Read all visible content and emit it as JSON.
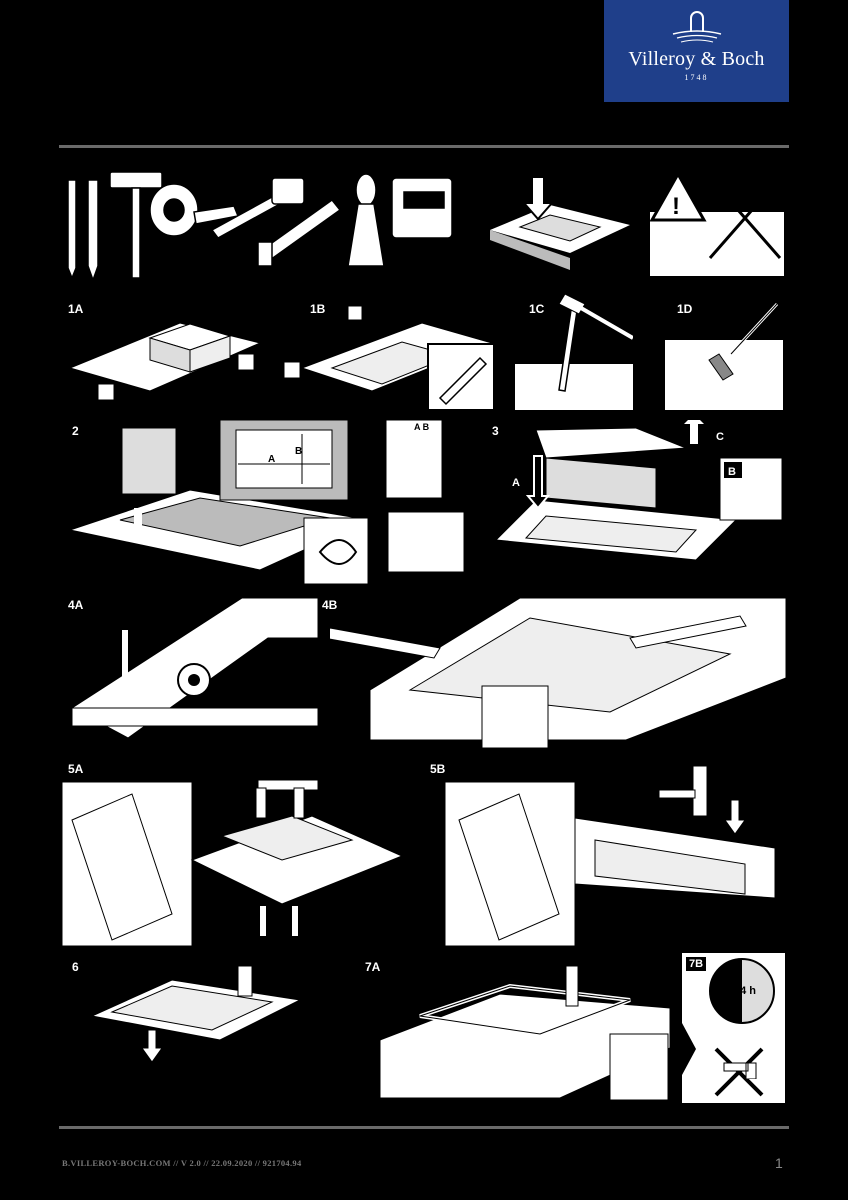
{
  "brand": {
    "name": "Villeroy & Boch",
    "year": "1748"
  },
  "steps": {
    "s1a": "1A",
    "s1b": "1B",
    "s1c": "1C",
    "s1d": "1D",
    "s2": "2",
    "s3": "3",
    "s4a": "4A",
    "s4b": "4B",
    "s5a": "5A",
    "s5b": "5B",
    "s6": "6",
    "s7a": "7A",
    "s7b": "7B"
  },
  "callouts": {
    "dim_a": "A",
    "dim_b": "B",
    "sheet_ab": "A B",
    "arrow_a": "A",
    "arrow_c": "C",
    "box_b": "B",
    "hours": "24 h"
  },
  "footer": {
    "text": "B.VILLEROY-BOCH.COM // V 2.0 // 22.09.2020 // 921704.94",
    "page": "1"
  }
}
